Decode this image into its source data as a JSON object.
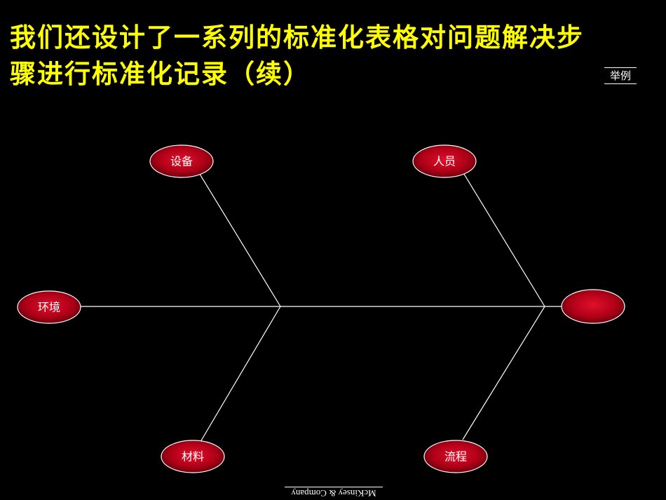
{
  "title": {
    "line1": "我们还设计了一系列的标准化表格对问题解决步",
    "line2": "骤进行标准化记录（续）"
  },
  "tag": "举例",
  "nodes": {
    "equipment": "设备",
    "people": "人员",
    "environment": "环境",
    "head": "",
    "materials": "材料",
    "process": "流程"
  },
  "footer": "McKinsey & Company",
  "colors": {
    "title": "#ffff00",
    "node_fill": "#b00018",
    "node_stroke": "#ffffff",
    "line": "#ffffff",
    "background": "#000000"
  }
}
